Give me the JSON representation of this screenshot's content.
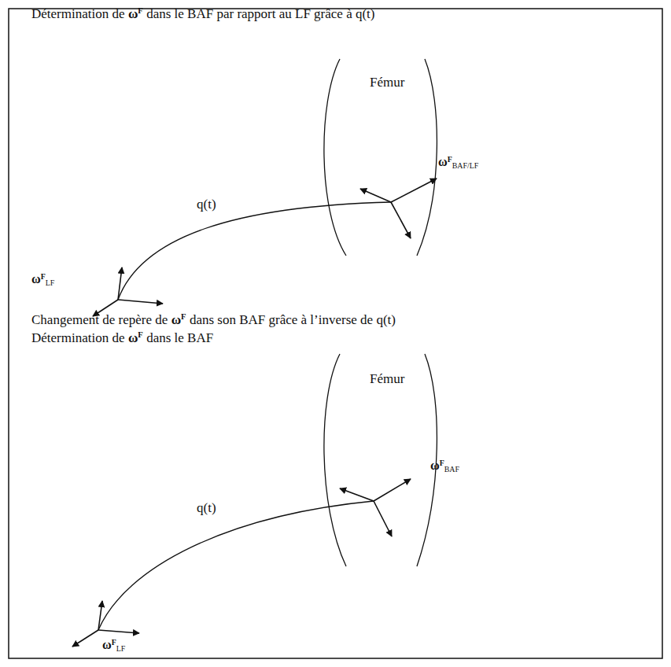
{
  "diagram": {
    "labels": [
      "Détermination de",
      "ω",
      "F",
      "dans le BAF par rapport au LF grâce à q(t)",
      "Fémur",
      "ω",
      "F",
      "BAF/LF",
      "q(t)",
      "ω",
      "F",
      "LF",
      "Changement de repère de",
      "ω",
      "F",
      "dans son BAF grâce à l’inverse de q(t)",
      "Détermination de",
      "ω",
      "F",
      "dans le BAF",
      "Fémur",
      "ω",
      "F",
      "BAF",
      "q(t)",
      "ω",
      "F",
      "LF"
    ]
  }
}
